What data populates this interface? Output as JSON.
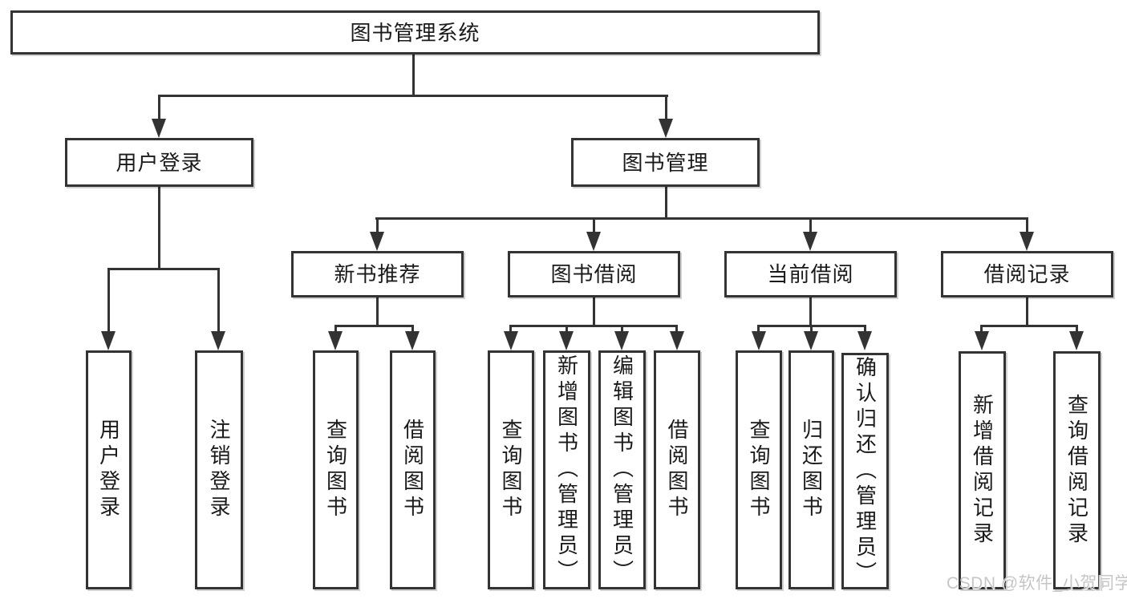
{
  "nodes": {
    "root": "图书管理系统",
    "l2": [
      "用户登录",
      "图书管理"
    ],
    "login_children": [
      "用户登录",
      "注销登录"
    ],
    "l3": [
      "新书推荐",
      "图书借阅",
      "当前借阅",
      "借阅记录"
    ],
    "recommend_children": [
      "查询图书",
      "借阅图书"
    ],
    "borrow_children": [
      "查询图书",
      "新增图书（管理员）",
      "编辑图书（管理员）",
      "借阅图书"
    ],
    "current_children": [
      "查询图书",
      "归还图书",
      "确认归还（管理员）"
    ],
    "record_children": [
      "新增借阅记录",
      "查询借阅记录"
    ]
  },
  "watermark": "CSDN @软件_小贺同学",
  "colors": {
    "line": "#333333",
    "text": "#1a1a1a",
    "watermark": "#c6c6c6",
    "background": "#ffffff"
  }
}
